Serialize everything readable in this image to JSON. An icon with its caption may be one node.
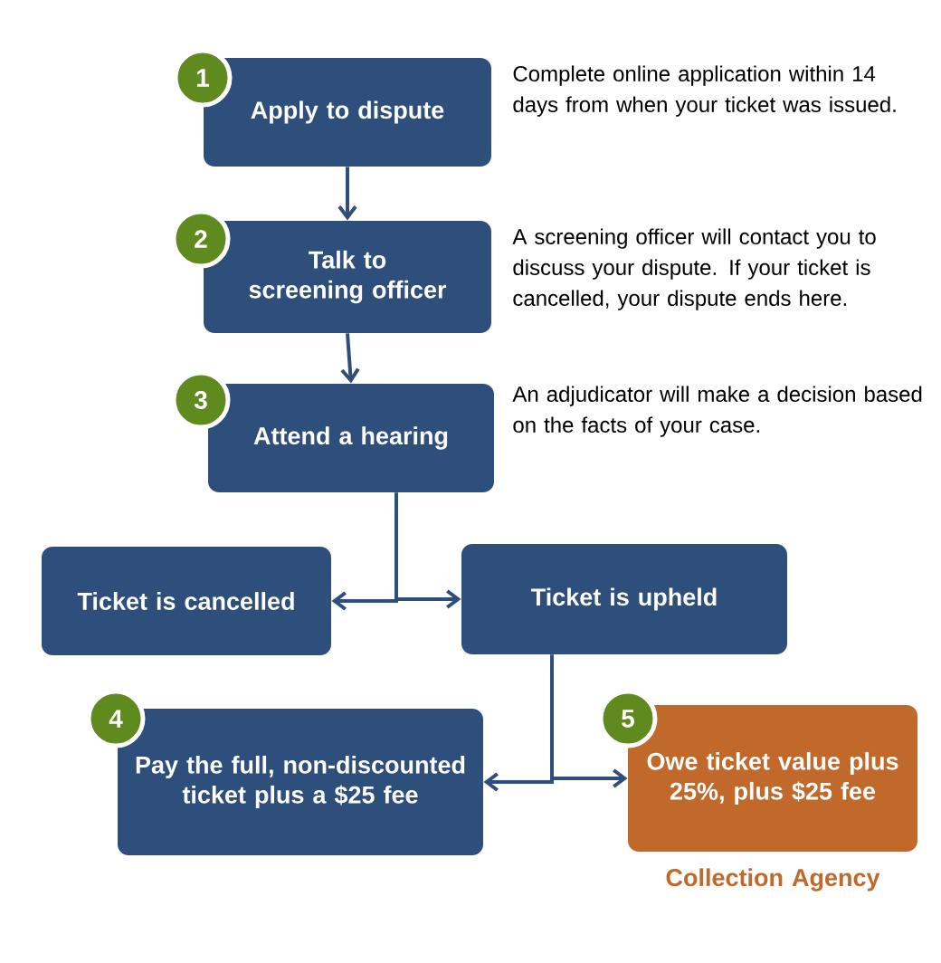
{
  "diagram": {
    "nodes": [
      {
        "text": [
          "1"
        ]
      },
      {
        "text": [
          "Apply to dispute"
        ],
        "beside": [
          "Complete online application within 14 days from when your ticket was issued."
        ]
      },
      {
        "text": [
          "2"
        ]
      },
      {
        "text": [
          "Talk to screening officer"
        ],
        "beside": [
          "A screening officer will contact you to discuss your dispute. If your ticket is cancelled, your dispute ends here."
        ]
      },
      {
        "text": [
          "3"
        ]
      },
      {
        "text": [
          "Attend a hearing"
        ],
        "beside": [
          "An adjudicator will make a decision based on the facts of your case."
        ]
      },
      {
        "text": [
          "Ticket is cancelled"
        ]
      },
      {
        "text": [
          "Ticket is upheld"
        ]
      },
      {
        "text": [
          "4"
        ]
      },
      {
        "text": [
          "Pay the full, non-discounted ticket plus a $25 fee"
        ]
      },
      {
        "text": [
          "5"
        ]
      },
      {
        "text": [
          "Owe ticket value plus 25%, plus $25 fee"
        ],
        "beside": [
          "Collection Agency"
        ]
      }
    ],
    "edges": [
      {
        "from": 1,
        "to": 3,
        "arrow": "to"
      },
      {
        "from": 3,
        "to": 5,
        "arrow": "to"
      },
      {
        "from": 5,
        "to": 6,
        "arrow": "to"
      },
      {
        "from": 5,
        "to": 7,
        "arrow": "to"
      },
      {
        "from": 7,
        "to": 9,
        "arrow": "to"
      },
      {
        "from": 7,
        "to": 11,
        "arrow": "to"
      }
    ]
  }
}
